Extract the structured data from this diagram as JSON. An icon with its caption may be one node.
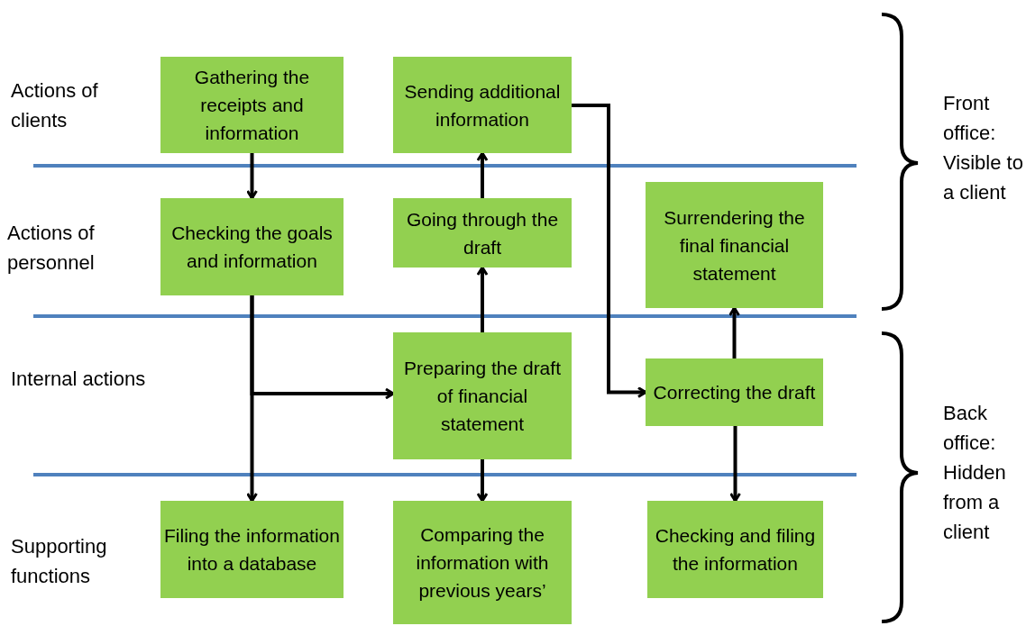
{
  "diagram": {
    "nodes": [
      {
        "text": [
          "Gathering the receipts and information"
        ]
      },
      {
        "text": [
          "Sending additional information"
        ]
      },
      {
        "text": [
          "Checking the goals and information"
        ]
      },
      {
        "text": [
          "Going through the draft"
        ]
      },
      {
        "text": [
          "Surrendering the final financial statement"
        ]
      },
      {
        "text": [
          "Preparing the draft of financial statement"
        ]
      },
      {
        "text": [
          "Correcting the draft"
        ]
      },
      {
        "text": [
          "Filing the information into a database"
        ]
      },
      {
        "text": [
          "Comparing the information with previous years’"
        ]
      },
      {
        "text": [
          "Checking and filing the information"
        ]
      }
    ],
    "edges": [
      {
        "from": 0,
        "to": 2,
        "arrow": "to"
      },
      {
        "from": 3,
        "to": 1,
        "arrow": "to"
      },
      {
        "from": 5,
        "to": 3,
        "arrow": "to"
      },
      {
        "from": 2,
        "to": 7,
        "arrow": "to"
      },
      {
        "from": 2,
        "to": 5,
        "arrow": "to"
      },
      {
        "from": 5,
        "to": 8,
        "arrow": "to"
      },
      {
        "from": 1,
        "to": 6,
        "arrow": "to"
      },
      {
        "from": 6,
        "to": 4,
        "arrow": "to"
      },
      {
        "from": 6,
        "to": 9,
        "arrow": "to"
      }
    ],
    "labels": [
      "Actions of clients",
      "Actions of personnel",
      "Internal actions",
      "Supporting functions",
      "Front office: Visible to a client",
      "Back office: Hidden from a client"
    ]
  }
}
